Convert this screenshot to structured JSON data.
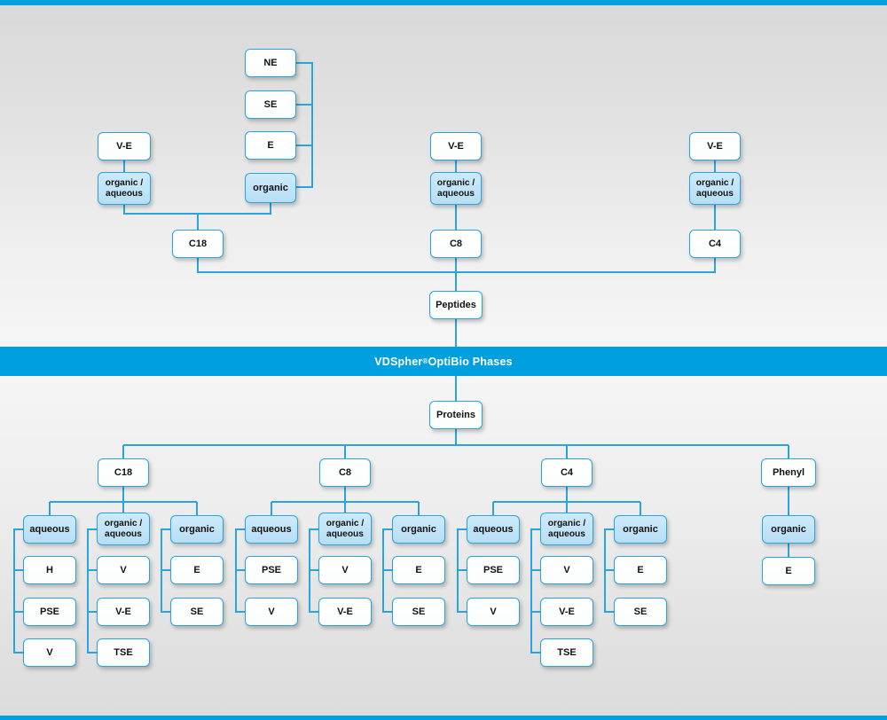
{
  "banner": {
    "text_before": "VDSpher",
    "superscript": "®",
    "text_after": " OptiBio Phases"
  },
  "colors": {
    "accent": "#00a0e0",
    "node_border": "#2aa4dd",
    "node_fill_white": "#ffffff",
    "node_fill_blue": "#bfe3f7",
    "link": "#2aa4dd",
    "banner_text": "#ffffff",
    "bg_top": "#d9d9d9",
    "bg_bottom": "#dcdcdc"
  },
  "diagram": {
    "type": "tree",
    "title": "VDSpher® OptiBio Phases",
    "roots": [
      "Peptides",
      "Proteins"
    ],
    "peptides": {
      "label": "Peptides",
      "branches": [
        {
          "label": "C18",
          "groups": [
            {
              "label": "V-E",
              "kind": "white"
            },
            {
              "label": "organic / aqueous",
              "line1": "organic /",
              "line2": "aqueous",
              "kind": "blue"
            },
            {
              "label": "organic",
              "kind": "blue",
              "members": [
                "NE",
                "SE",
                "E"
              ]
            }
          ]
        },
        {
          "label": "C8",
          "groups": [
            {
              "label": "V-E",
              "kind": "white"
            },
            {
              "label": "organic / aqueous",
              "line1": "organic /",
              "line2": "aqueous",
              "kind": "blue"
            }
          ]
        },
        {
          "label": "C4",
          "groups": [
            {
              "label": "V-E",
              "kind": "white"
            },
            {
              "label": "organic / aqueous",
              "line1": "organic /",
              "line2": "aqueous",
              "kind": "blue"
            }
          ]
        }
      ]
    },
    "proteins": {
      "label": "Proteins",
      "branches": [
        {
          "label": "C18",
          "columns": [
            {
              "label": "aqueous",
              "kind": "blue",
              "items": [
                "H",
                "PSE",
                "V"
              ]
            },
            {
              "label": "organic / aqueous",
              "line1": "organic /",
              "line2": "aqueous",
              "kind": "blue",
              "items": [
                "V",
                "V-E",
                "TSE"
              ]
            },
            {
              "label": "organic",
              "kind": "blue",
              "items": [
                "E",
                "SE"
              ]
            }
          ]
        },
        {
          "label": "C8",
          "columns": [
            {
              "label": "aqueous",
              "kind": "blue",
              "items": [
                "PSE",
                "V"
              ]
            },
            {
              "label": "organic / aqueous",
              "line1": "organic /",
              "line2": "aqueous",
              "kind": "blue",
              "items": [
                "V",
                "V-E"
              ]
            },
            {
              "label": "organic",
              "kind": "blue",
              "items": [
                "E",
                "SE"
              ]
            }
          ]
        },
        {
          "label": "C4",
          "columns": [
            {
              "label": "aqueous",
              "kind": "blue",
              "items": [
                "PSE",
                "V"
              ]
            },
            {
              "label": "organic / aqueous",
              "line1": "organic /",
              "line2": "aqueous",
              "kind": "blue",
              "items": [
                "V",
                "V-E",
                "TSE"
              ]
            },
            {
              "label": "organic",
              "kind": "blue",
              "items": [
                "E",
                "SE"
              ]
            }
          ]
        },
        {
          "label": "Phenyl",
          "columns": [
            {
              "label": "organic",
              "kind": "blue",
              "items": [
                "E"
              ]
            }
          ]
        }
      ]
    }
  },
  "nodes": {
    "top": {
      "ne": "NE",
      "se": "SE",
      "e": "E",
      "organic": "organic",
      "c18_ve": "V-E",
      "c18_oa_1": "organic /",
      "c18_oa_2": "aqueous",
      "c18": "C18",
      "c8_ve": "V-E",
      "c8_oa_1": "organic /",
      "c8_oa_2": "aqueous",
      "c8": "C8",
      "c4_ve": "V-E",
      "c4_oa_1": "organic /",
      "c4_oa_2": "aqueous",
      "c4": "C4",
      "peptides": "Peptides"
    },
    "bottom": {
      "proteins": "Proteins",
      "c18": "C18",
      "c8": "C8",
      "c4": "C4",
      "phenyl": "Phenyl",
      "c18_aq": "aqueous",
      "c18_aq_1": "H",
      "c18_aq_2": "PSE",
      "c18_aq_3": "V",
      "c18_oa_1": "organic /",
      "c18_oa_2": "aqueous",
      "c18_oa_i1": "V",
      "c18_oa_i2": "V-E",
      "c18_oa_i3": "TSE",
      "c18_org": "organic",
      "c18_org_1": "E",
      "c18_org_2": "SE",
      "c8_aq": "aqueous",
      "c8_aq_1": "PSE",
      "c8_aq_2": "V",
      "c8_oa_1": "organic /",
      "c8_oa_2": "aqueous",
      "c8_oa_i1": "V",
      "c8_oa_i2": "V-E",
      "c8_org": "organic",
      "c8_org_1": "E",
      "c8_org_2": "SE",
      "c4_aq": "aqueous",
      "c4_aq_1": "PSE",
      "c4_aq_2": "V",
      "c4_oa_1": "organic /",
      "c4_oa_2": "aqueous",
      "c4_oa_i1": "V",
      "c4_oa_i2": "V-E",
      "c4_oa_i3": "TSE",
      "c4_org": "organic",
      "c4_org_1": "E",
      "c4_org_2": "SE",
      "phenyl_org": "organic",
      "phenyl_org_1": "E"
    }
  }
}
